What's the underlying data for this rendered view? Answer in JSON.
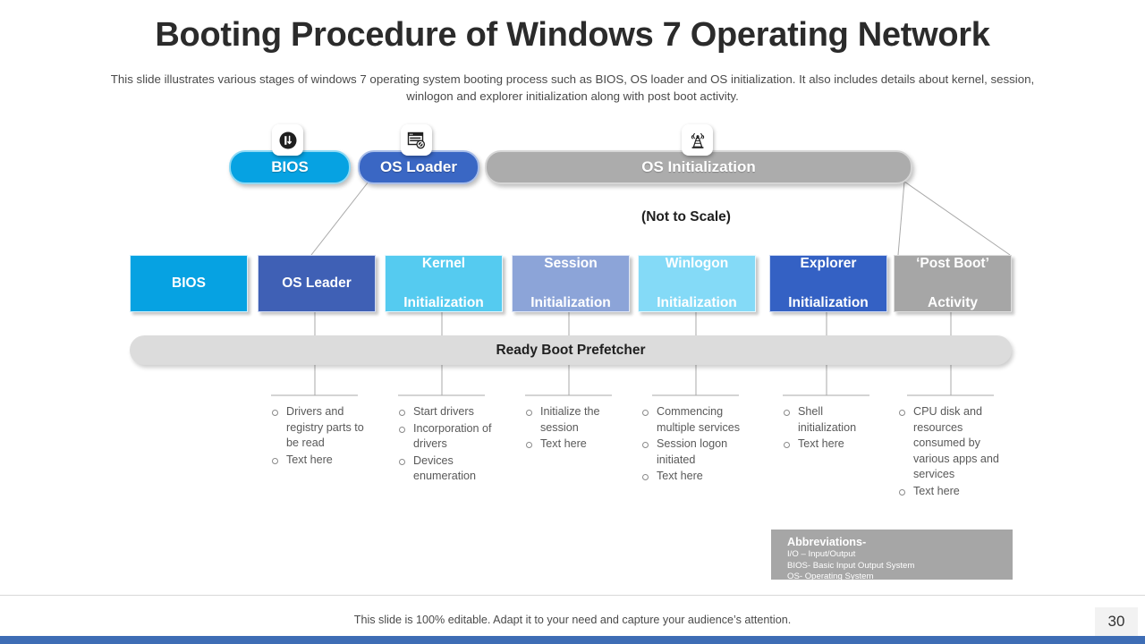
{
  "header": {
    "title": "Booting Procedure of Windows 7 Operating Network",
    "subtitle": "This slide illustrates various stages of windows 7 operating system booting process such as BIOS, OS loader and OS initialization. It also includes details about kernel, session, winlogon and explorer initialization along with post boot activity."
  },
  "top_phases": [
    {
      "label": "BIOS",
      "icon": "power-io-icon",
      "color": "#06A2E2"
    },
    {
      "label": "OS Loader",
      "icon": "browser-window-icon",
      "color": "#3A67C4"
    },
    {
      "label": "OS Initialization",
      "icon": "broadcast-tower-icon",
      "color": "#ACACAC"
    }
  ],
  "note": "(Not to Scale)",
  "stages": [
    {
      "label": "BIOS",
      "line1": "BIOS",
      "line2": "",
      "color": "#06A2E2"
    },
    {
      "label": "OS Leader",
      "line1": "OS Leader",
      "line2": "",
      "color": "#3F60B5"
    },
    {
      "label": "Kernel Initialization",
      "line1": "Kernel",
      "line2": "Initialization",
      "color": "#55CBF0"
    },
    {
      "label": "Session Initialization",
      "line1": "Session",
      "line2": "Initialization",
      "color": "#8CA4D8"
    },
    {
      "label": "Winlogon Initialization",
      "line1": "Winlogon",
      "line2": "Initialization",
      "color": "#84DAF7"
    },
    {
      "label": "Explorer Initialization",
      "line1": "Explorer",
      "line2": "Initialization",
      "color": "#3461C4"
    },
    {
      "label": "'Post Boot' Activity",
      "line1": "‘Post Boot’",
      "line2": "Activity",
      "color": "#A6A6A6"
    }
  ],
  "prefetcher": {
    "label": "Ready Boot Prefetcher",
    "color": "#DCDCDC"
  },
  "bullet_columns": [
    {
      "items": [
        "Drivers and registry parts to be read",
        "Text here"
      ]
    },
    {
      "items": [
        "Start drivers",
        "Incorporation of drivers",
        "Devices enumeration"
      ]
    },
    {
      "items": [
        "Initialize the session",
        "Text here"
      ]
    },
    {
      "items": [
        "Commencing multiple services",
        "Session logon initiated",
        "Text here"
      ]
    },
    {
      "items": [
        "Shell initialization",
        "Text here"
      ]
    },
    {
      "items": [
        "CPU disk and resources consumed by various apps and services",
        "Text here"
      ]
    }
  ],
  "abbreviations": {
    "title": "Abbreviations-",
    "lines": [
      "I/O – Input/Output",
      "BIOS- Basic Input Output System",
      "OS- Operating System"
    ],
    "color": "#A6A6A6"
  },
  "footer": {
    "note": "This slide is 100% editable. Adapt it to your need and capture your audience’s attention.",
    "page_number": "30",
    "bar_color": "#3E6DB5"
  }
}
